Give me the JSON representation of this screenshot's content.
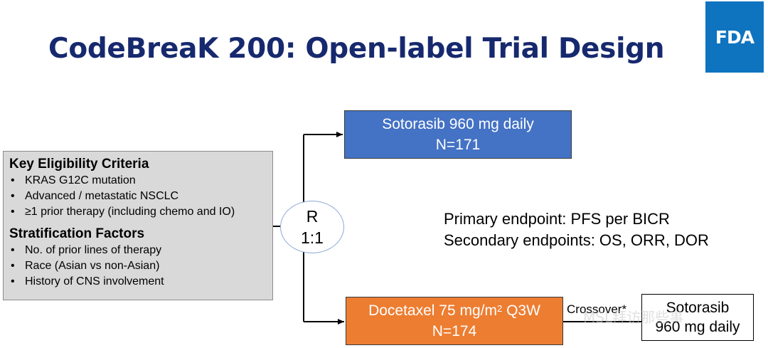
{
  "title": "CodeBreaK 200: Open-label Trial Design",
  "logo": {
    "text": "FDA",
    "color": "#0e74bf"
  },
  "eligibility": {
    "heading": "Key Eligibility Criteria",
    "items": [
      "KRAS G12C mutation",
      "Advanced / metastatic NSCLC",
      "≥1 prior therapy (including chemo and IO)"
    ]
  },
  "stratification": {
    "heading": "Stratification Factors",
    "items": [
      "No. of prior lines of therapy",
      "Race (Asian vs non-Asian)",
      "History of CNS involvement"
    ]
  },
  "randomization": {
    "line1": "R",
    "line2": "1:1"
  },
  "arms": {
    "sotorasib": {
      "line1": "Sotorasib 960 mg daily",
      "line2": "N=171",
      "color": "#4472c4"
    },
    "docetaxel": {
      "line1_prefix": "Docetaxel 75 mg/m",
      "superscript": "2",
      "line1_suffix": " Q3W",
      "line2": "N=174",
      "color": "#ed7d31"
    }
  },
  "endpoints": {
    "primary": "Primary endpoint:  PFS per BICR",
    "secondary": "Secondary endpoints: OS, ORR, DOR"
  },
  "crossover": {
    "label": "Crossover*",
    "box_line1": "Sotorasib",
    "box_line2": "960 mg daily"
  },
  "watermark": "MSL拜访那些事"
}
